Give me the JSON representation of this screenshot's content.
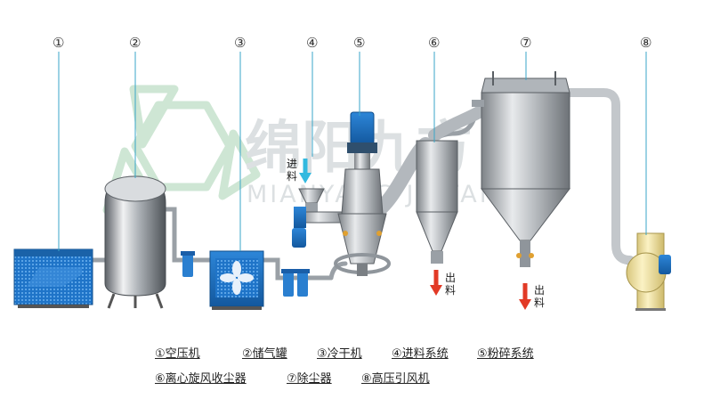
{
  "watermark": {
    "chinese": "绵阳九方",
    "english": "MIANYANG JIUFANG"
  },
  "callouts": [
    "①",
    "②",
    "③",
    "④",
    "⑤",
    "⑥",
    "⑦",
    "⑧"
  ],
  "flow_labels": {
    "feed_in": [
      "进",
      "料"
    ],
    "out_cyclone": [
      "出",
      "料"
    ],
    "out_collector": [
      "出",
      "料"
    ]
  },
  "legend": {
    "row1": [
      "①空压机",
      "②储气罐",
      "③冷干机",
      "④进料系统",
      "⑤粉碎系统"
    ],
    "row2": [
      "⑥离心旋风收尘器",
      "⑦除尘器",
      "⑧高压引风机"
    ]
  },
  "colors": {
    "callout_line": "#3aa6c8",
    "equipment_blue": "#1d6fc0",
    "steel": "#a7acb1",
    "fan_yellow": "#f3e6a6",
    "arrow_red": "#e23a26",
    "arrow_cyan": "#33b9df",
    "logo_green": "#c9e4d0"
  }
}
